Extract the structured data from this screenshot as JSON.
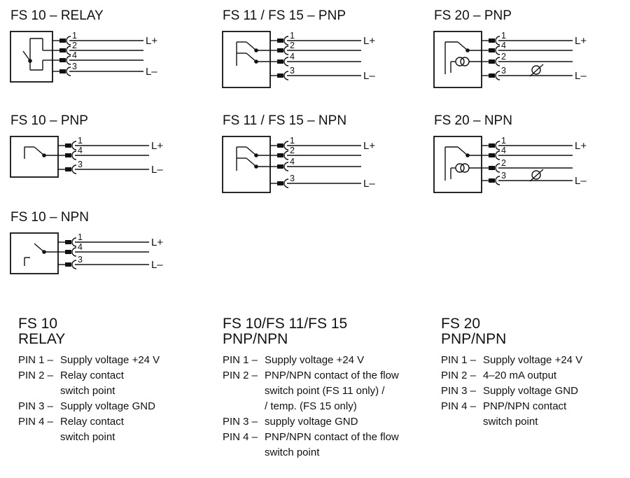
{
  "diagrams": [
    {
      "title": "FS 10 – RELAY",
      "pins": [
        "1",
        "2",
        "4",
        "3"
      ],
      "plus": "L+",
      "minus": "L–"
    },
    {
      "title": "FS 11 / FS 15 – PNP",
      "pins": [
        "1",
        "2",
        "4",
        "3"
      ],
      "plus": "L+",
      "minus": "L–"
    },
    {
      "title": "FS 20 – PNP",
      "pins": [
        "1",
        "4",
        "2",
        "3"
      ],
      "plus": "L+",
      "minus": "L–"
    },
    {
      "title": "FS 10 – PNP",
      "pins": [
        "1",
        "4",
        "3"
      ],
      "plus": "L+",
      "minus": "L–"
    },
    {
      "title": "FS 11 / FS 15 – NPN",
      "pins": [
        "1",
        "2",
        "4",
        "3"
      ],
      "plus": "L+",
      "minus": "L–"
    },
    {
      "title": "FS 20 – NPN",
      "pins": [
        "1",
        "4",
        "2",
        "3"
      ],
      "plus": "L+",
      "minus": "L–"
    },
    {
      "title": "FS 10 – NPN",
      "pins": [
        "1",
        "4",
        "3"
      ],
      "plus": "L+",
      "minus": "L–"
    }
  ],
  "legends": [
    {
      "title1": "FS 10",
      "title2": "RELAY",
      "rows": [
        {
          "pin": "PIN 1 –",
          "lines": [
            "Supply voltage +24 V"
          ]
        },
        {
          "pin": "PIN 2 –",
          "lines": [
            "Relay contact",
            "switch point"
          ]
        },
        {
          "pin": "PIN 3 –",
          "lines": [
            "Supply voltage GND"
          ]
        },
        {
          "pin": "PIN 4 –",
          "lines": [
            "Relay contact",
            "switch point"
          ]
        }
      ]
    },
    {
      "title1": "FS 10/FS 11/FS 15",
      "title2": "PNP/NPN",
      "rows": [
        {
          "pin": "PIN 1 –",
          "lines": [
            "Supply voltage +24 V"
          ]
        },
        {
          "pin": "PIN 2 –",
          "lines": [
            "PNP/NPN contact of the flow",
            "switch point (FS 11 only) /",
            "/ temp. (FS 15 only)"
          ]
        },
        {
          "pin": "PIN 3 –",
          "lines": [
            "supply voltage GND"
          ]
        },
        {
          "pin": "PIN 4 –",
          "lines": [
            "PNP/NPN contact of the flow",
            "switch point"
          ]
        }
      ]
    },
    {
      "title1": "FS 20",
      "title2": "PNP/NPN",
      "rows": [
        {
          "pin": "PIN 1 –",
          "lines": [
            "Supply voltage +24 V"
          ]
        },
        {
          "pin": "PIN 2 –",
          "lines": [
            "4–20 mA output"
          ]
        },
        {
          "pin": "PIN 3 –",
          "lines": [
            "Supply voltage GND"
          ]
        },
        {
          "pin": "PIN 4 –",
          "lines": [
            "PNP/NPN contact",
            "switch point"
          ]
        }
      ]
    }
  ]
}
